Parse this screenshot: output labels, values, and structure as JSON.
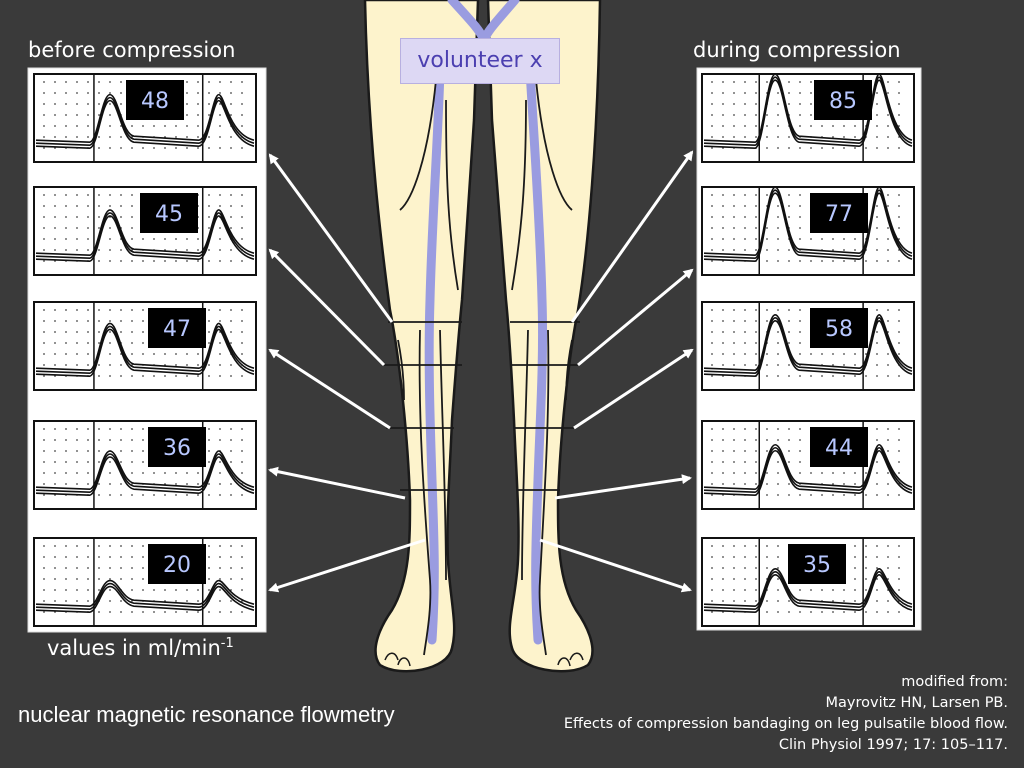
{
  "labels": {
    "before": "before compression",
    "during": "during compression",
    "volunteer": "volunteer x",
    "units_prefix": "values in ml/min",
    "units_exp": "-1",
    "method": "nuclear magnetic resonance flowmetry"
  },
  "citation": {
    "line1": "modified from:",
    "line2": "Mayrovitz HN, Larsen PB.",
    "line3": "Effects of compression bandaging on leg pulsatile blood flow.",
    "line4": "Clin Physiol 1997; 17: 105–117."
  },
  "flow_values": {
    "before": [
      "48",
      "45",
      "47",
      "36",
      "20"
    ],
    "during": [
      "85",
      "77",
      "58",
      "44",
      "35"
    ]
  },
  "colors": {
    "background": "#3a3a3a",
    "skin": "#fdf3cc",
    "veins": "#9a9ce0",
    "label_box": "#ddd8f4"
  }
}
